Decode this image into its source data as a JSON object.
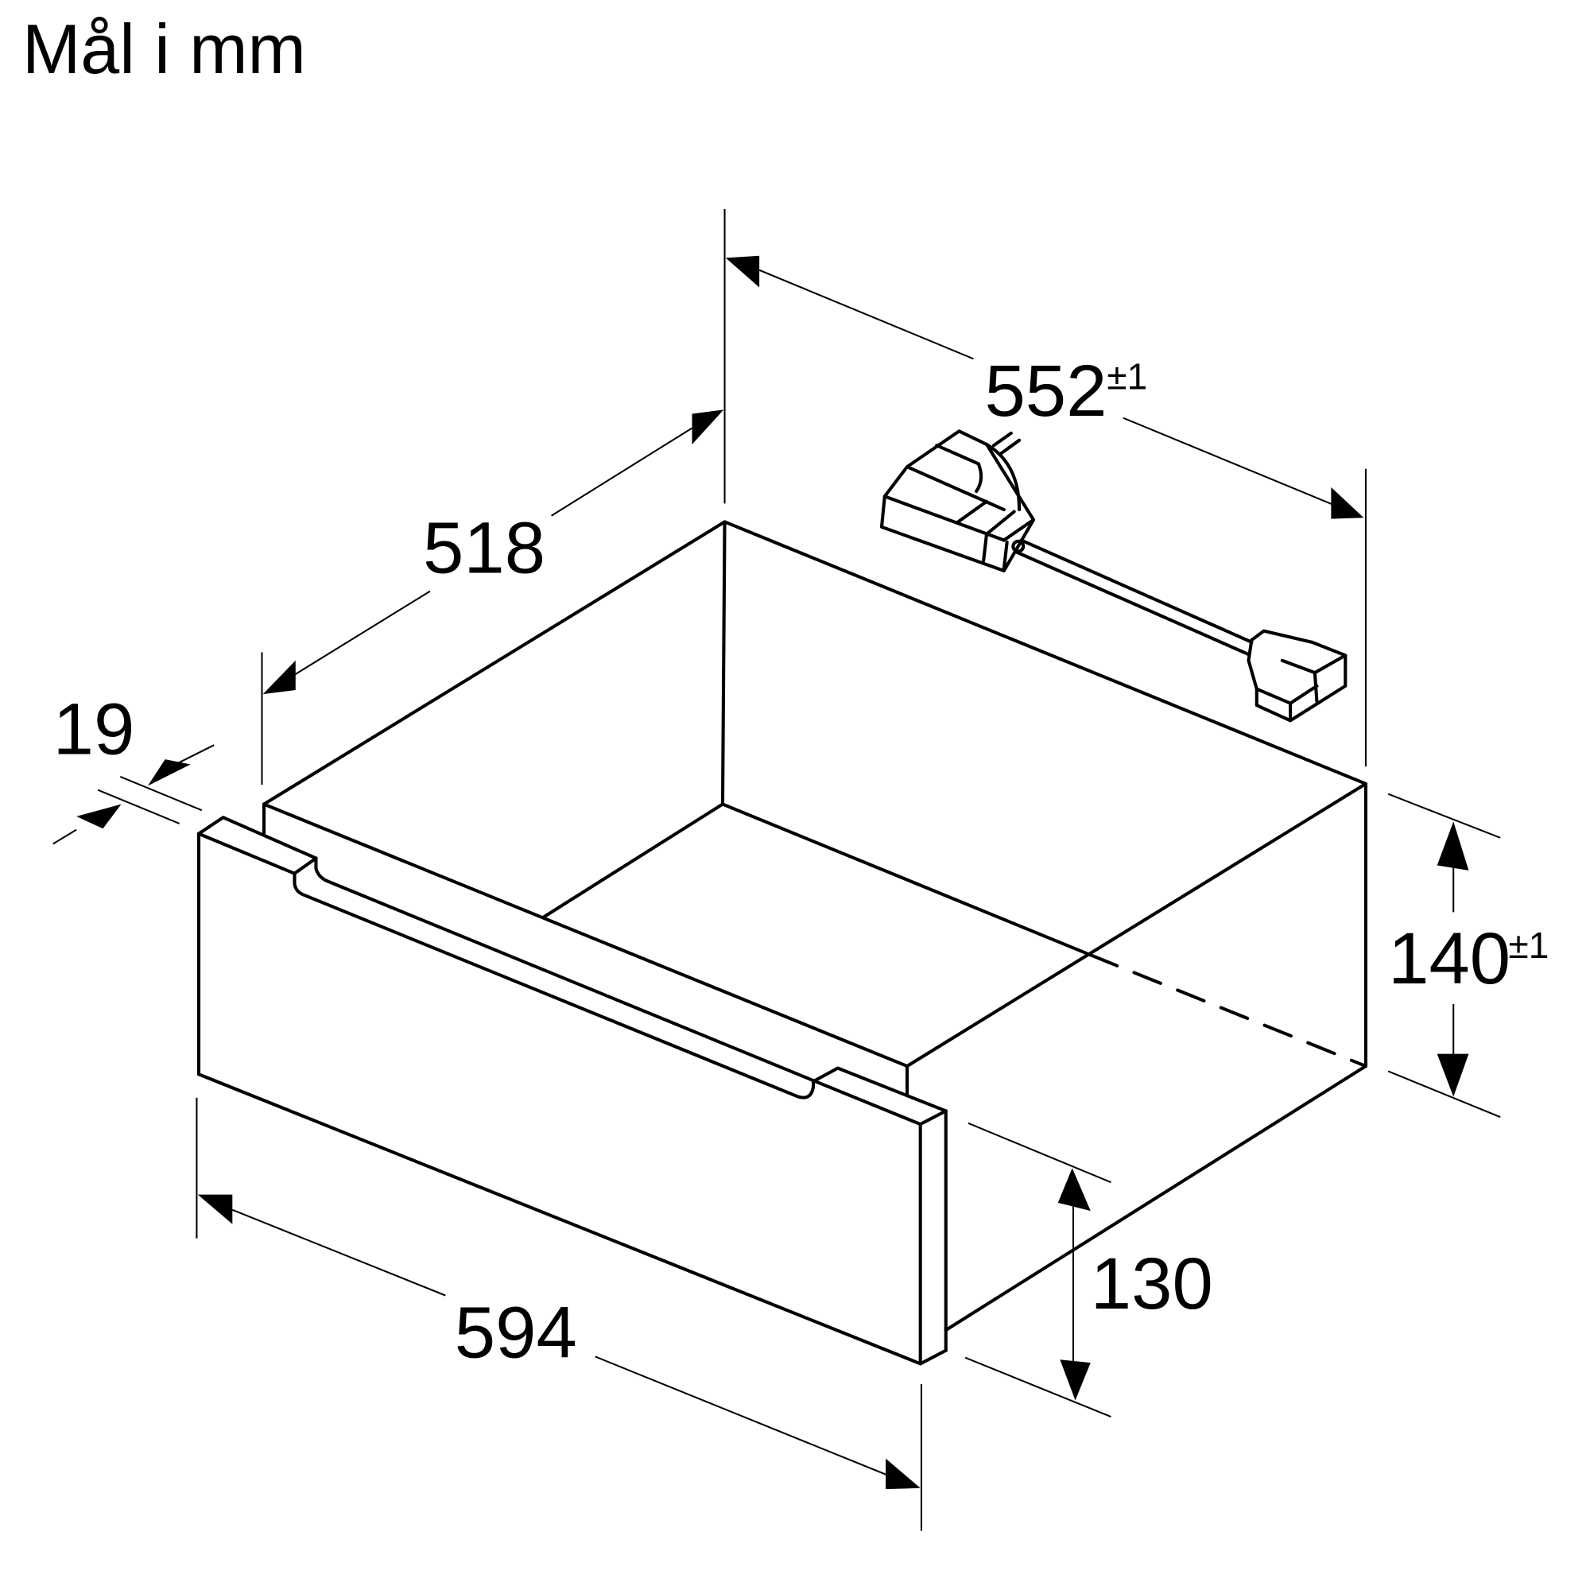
{
  "title": "Mål i mm",
  "drawing": {
    "subject": "warming-drawer",
    "dimensions": {
      "width_front": {
        "value": "594",
        "tolerance": ""
      },
      "depth": {
        "value": "518",
        "tolerance": ""
      },
      "depth_total": {
        "value": "552",
        "tolerance": "±1"
      },
      "height_total": {
        "value": "140",
        "tolerance": "±1"
      },
      "height_front": {
        "value": "130",
        "tolerance": ""
      },
      "front_thickness": {
        "value": "19",
        "tolerance": ""
      }
    },
    "colors": {
      "line": "#000000",
      "background": "#ffffff"
    }
  }
}
